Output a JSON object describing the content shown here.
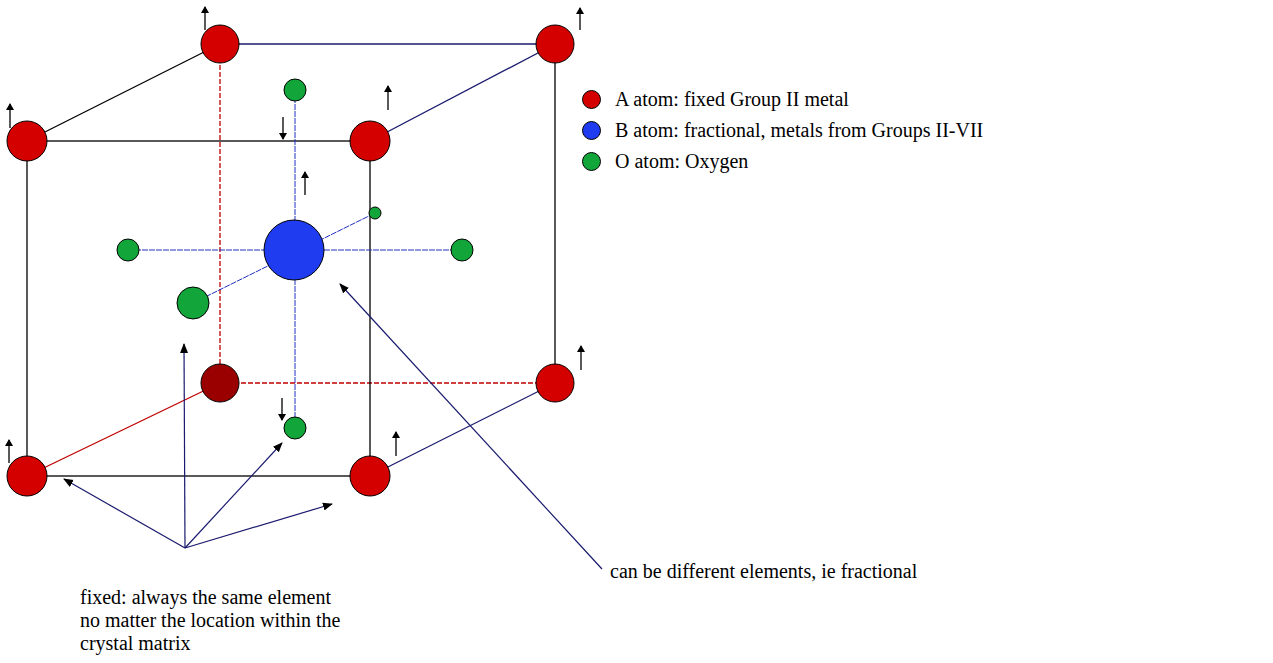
{
  "diagram": {
    "labels": [
      "can be different elements, ie fractional",
      "fixed: always the same element no matter the location within the crystal matrix"
    ],
    "legend": [
      {
        "text": "A atom: fixed Group II metal",
        "color": "#d40000"
      },
      {
        "text": "B atom: fractional, metals from Groups II-VII",
        "color": "#1f3cf0"
      },
      {
        "text": "O atom: Oxygen",
        "color": "#11a53a"
      }
    ]
  }
}
